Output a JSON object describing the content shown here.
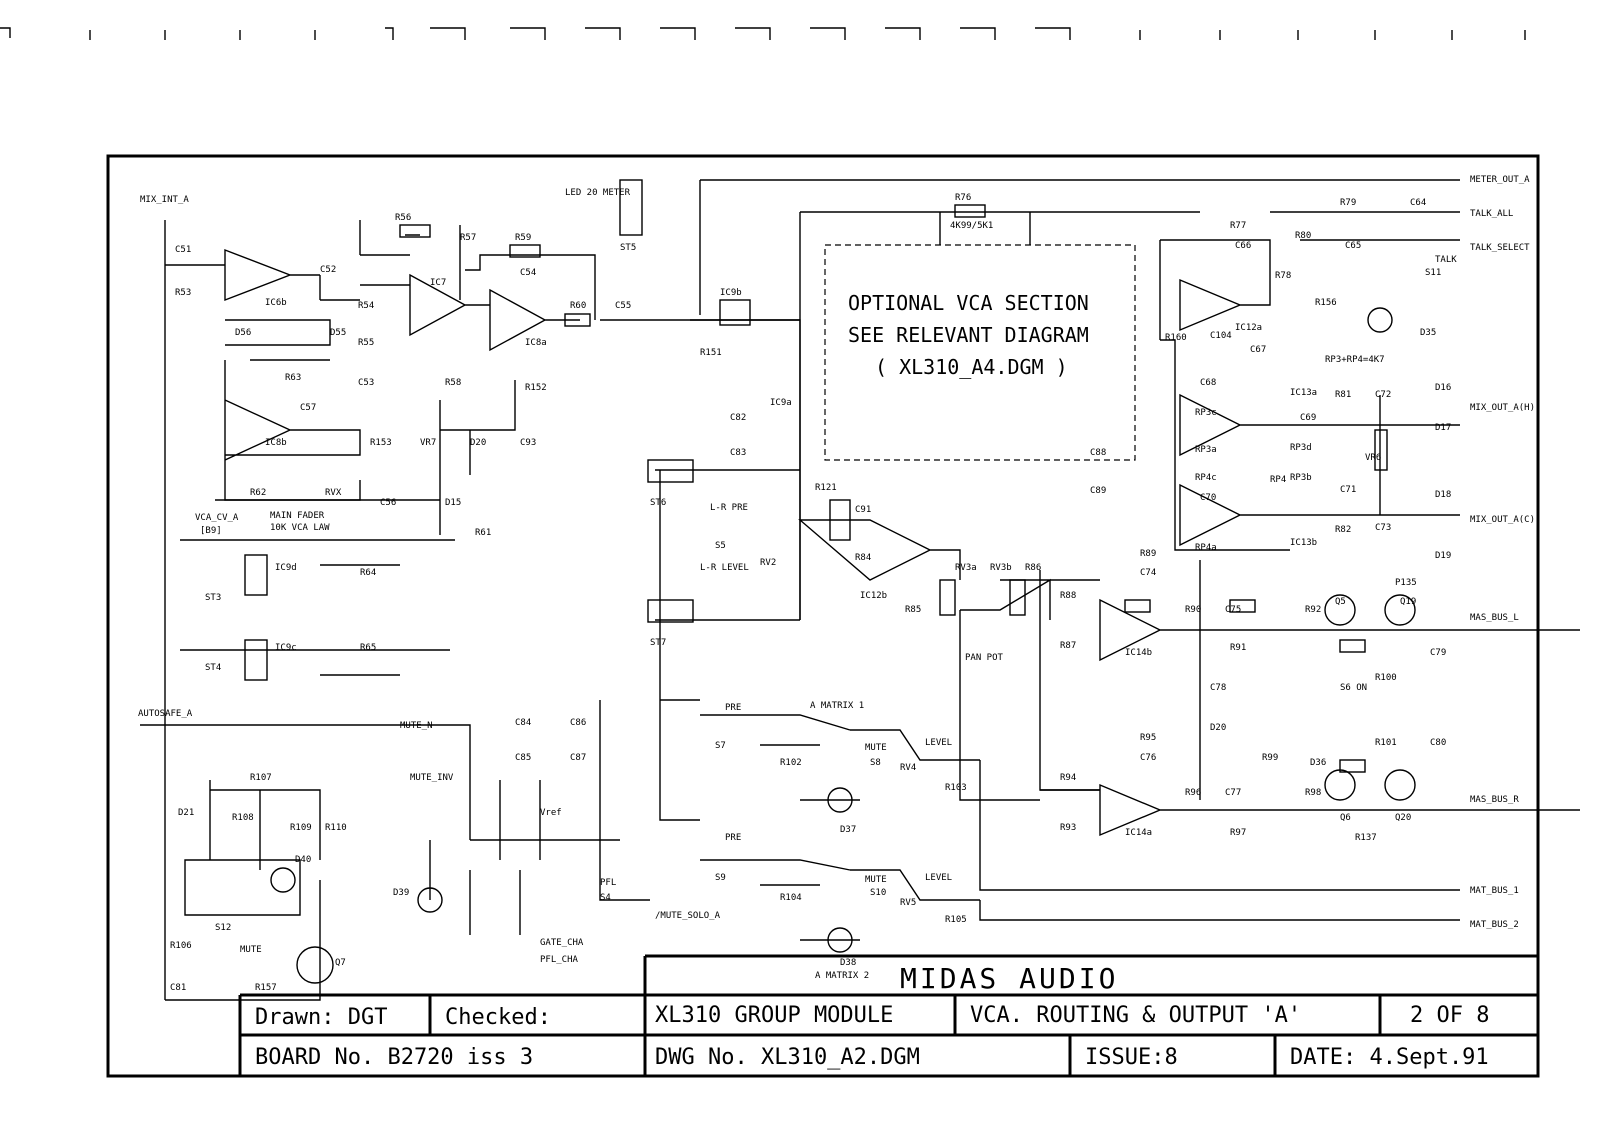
{
  "title_block": {
    "company": "MIDAS AUDIO",
    "drawn": "Drawn: DGT",
    "checked": "Checked:",
    "module": "XL310 GROUP MODULE",
    "subtitle": "VCA. ROUTING & OUTPUT 'A'",
    "sheet": "2 OF 8",
    "board": "BOARD No.  B2720 iss 3",
    "dwg": "DWG No. XL310_A2.DGM",
    "issue": "ISSUE:8",
    "date": "DATE: 4.Sept.91"
  },
  "notice": {
    "line1": "OPTIONAL VCA SECTION",
    "line2": "SEE RELEVANT DIAGRAM",
    "line3": "( XL310_A4.DGM )"
  },
  "led_meter": "LED 20 METER",
  "nets": {
    "mix_int": "MIX_INT_A",
    "vca_cv": "VCA_CV_A",
    "vca_cv_ref": "[B9]",
    "autosafe": "AUTOSAFE_A",
    "mute_n": "MUTE_N",
    "mute_inv": "MUTE_INV",
    "mute_solo": "/MUTE_SOLO_A",
    "gate": "GATE_CHA",
    "pfl": "PFL_CHA",
    "meter_out": "METER_OUT_A",
    "talk_all": "TALK_ALL",
    "talk_select": "TALK_SELECT",
    "mix_out_h": "MIX_OUT_A(H)",
    "mix_out_c": "MIX_OUT_A(C)",
    "mas_bus_l": "MAS_BUS_L",
    "mas_bus_r": "MAS_BUS_R",
    "mat_bus_1": "MAT_BUS_1",
    "mat_bus_2": "MAT_BUS_2"
  },
  "labels": {
    "ic6b": "IC6b",
    "ic7": "IC7",
    "ic8a": "IC8a",
    "ic8b": "IC8b",
    "ic9b": "IC9b",
    "ic9a": "IC9a",
    "ic12a": "IC12a",
    "ic12b": "IC12b",
    "ic13a": "IC13a",
    "ic13b": "IC13b",
    "ic14a": "IC14a",
    "ic14b": "IC14b",
    "ic9d": "IC9d",
    "ic9c": "IC9c",
    "r76": "R76",
    "r56": "R56",
    "r57": "R57",
    "r59": "R59",
    "r60": "R60",
    "c55": "C55",
    "r151": "R151",
    "c51": "C51",
    "c52": "C52",
    "r53": "R53",
    "r54": "R54",
    "r55": "R55",
    "c53": "C53",
    "c54": "C54",
    "c57": "C57",
    "r58": "R58",
    "r63": "R63",
    "d55": "D55",
    "d56": "D56",
    "r152": "R152",
    "c93": "C93",
    "r153": "R153",
    "vr7": "VR7",
    "d20": "D20",
    "d15": "D15",
    "c56": "C56",
    "r62": "R62",
    "rvx": "RVX",
    "r61": "R61",
    "main_fader": "MAIN FADER",
    "fader_law": "10K VCA LAW",
    "st3": "ST3",
    "st4": "ST4",
    "st5": "ST5",
    "st6": "ST6",
    "st7": "ST7",
    "r64": "R64",
    "r65": "R65",
    "lr_pre": "L-R PRE",
    "lr_level": "L-R LEVEL",
    "s5": "S5",
    "rv2": "RV2",
    "c91": "C91",
    "r84": "R84",
    "r121": "R121",
    "r85": "R85",
    "rv3a": "RV3a",
    "rv3b": "RV3b",
    "r86": "R86",
    "pan_pot": "PAN POT",
    "r88": "R88",
    "r89": "R89",
    "c74": "C74",
    "r90": "R90",
    "c75": "C75",
    "r91": "R91",
    "r87": "R87",
    "r92": "R92",
    "q5": "Q5",
    "q19": "Q19",
    "r135": "P135",
    "c79": "C79",
    "r100": "R100",
    "s6": "S6 ON",
    "c78": "C78",
    "d20b": "D20",
    "r99": "R99",
    "d36": "D36",
    "r101": "R101",
    "c80": "C80",
    "r95": "R95",
    "c76": "C76",
    "r94": "R94",
    "r93": "R93",
    "r96": "R96",
    "c77": "C77",
    "r97": "R97",
    "r98": "R98",
    "q6": "Q6",
    "q20": "Q20",
    "r137": "R137",
    "a_matrix_1": "A MATRIX 1",
    "a_matrix_2": "A MATRIX 2",
    "pre": "PRE",
    "mute": "MUTE",
    "level": "LEVEL",
    "s7": "S7",
    "s8": "S8",
    "s9": "S9",
    "s10": "S10",
    "r102": "R102",
    "r103": "R103",
    "rv4": "RV4",
    "d37": "D37",
    "r104": "R104",
    "r105": "R105",
    "rv5": "RV5",
    "d38": "D38",
    "c84": "C84",
    "c85": "C85",
    "c86": "C86",
    "c87": "C87",
    "c82": "C82",
    "c83": "C83",
    "c88": "C88",
    "c89": "C89",
    "r107": "R107",
    "r108": "R108",
    "r109": "R109",
    "r110": "R110",
    "d21": "D21",
    "d40": "D40",
    "s12": "S12",
    "mute_sw": "MUTE",
    "r106": "R106",
    "c81": "C81",
    "r157": "R157",
    "q7": "Q7",
    "d39": "D39",
    "s4": "S4",
    "pfl": "PFL",
    "vref": "Vref",
    "r79": "R79",
    "c64": "C64",
    "r77": "R77",
    "c66": "C66",
    "r78": "R78",
    "r80": "R80",
    "c65": "C65",
    "r156": "R156",
    "talk": "TALK",
    "s11": "S11",
    "d35": "D35",
    "r160": "R160",
    "c104": "C104",
    "c67": "C67",
    "c68": "C68",
    "rp3c": "RP3c",
    "rp3a": "RP3a",
    "rp4c": "RP4c",
    "c70": "C70",
    "rp4a": "RP4a",
    "c69": "C69",
    "r81": "R81",
    "c72": "C72",
    "d16": "D16",
    "d17": "D17",
    "vr6": "VR6",
    "c71": "C71",
    "r82": "R82",
    "c73": "C73",
    "d18": "D18",
    "d19": "D19",
    "rp3d": "RP3d",
    "rp3b": "RP3b",
    "rp4": "RP4",
    "rp3_rp4": "RP3+RP4=4K7",
    "r76v": "4K99/5K1"
  }
}
